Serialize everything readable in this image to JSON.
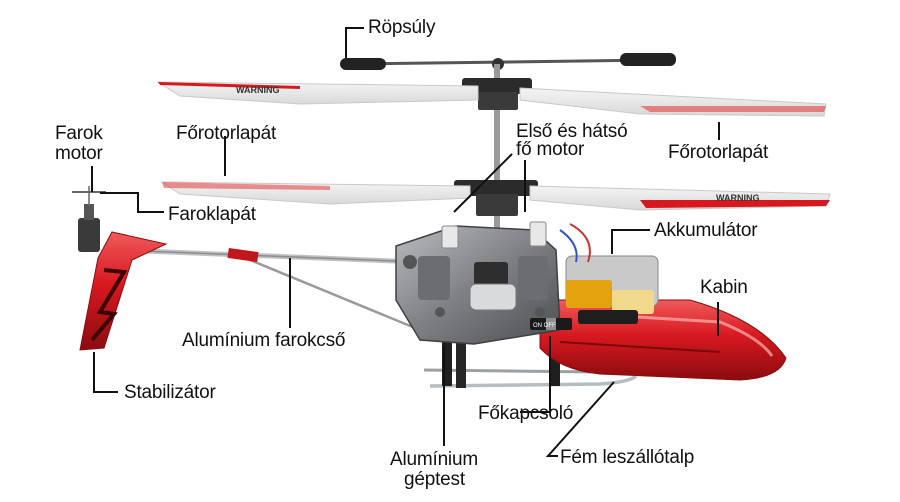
{
  "labels": {
    "ropsuly": "Röpsúly",
    "forotor_left": "Főrotorlapát",
    "forotor_right": "Főrotorlapát",
    "farok_motor_1": "Farok",
    "farok_motor_2": "motor",
    "faroklapat": "Faroklapát",
    "elso_hatso_1": "Első és hátsó",
    "elso_hatso_2": "fő motor",
    "akkumulator": "Akkumulátor",
    "kabin": "Kabin",
    "farokcso": "Alumínium farokcső",
    "stabilizator": "Stabilizátor",
    "fokapcsolo": "Főkapcsoló",
    "geptest_1": "Alumínium",
    "geptest_2": "géptest",
    "leszallotalp": "Fém leszállótalp"
  },
  "blade_text": {
    "warning_left": "WARNING",
    "warning_right": "WARNING"
  },
  "switch_text": "ON OFF",
  "colors": {
    "body_red": "#d7181f",
    "frame_grey": "#7d7f82",
    "leader_line": "#111111"
  }
}
